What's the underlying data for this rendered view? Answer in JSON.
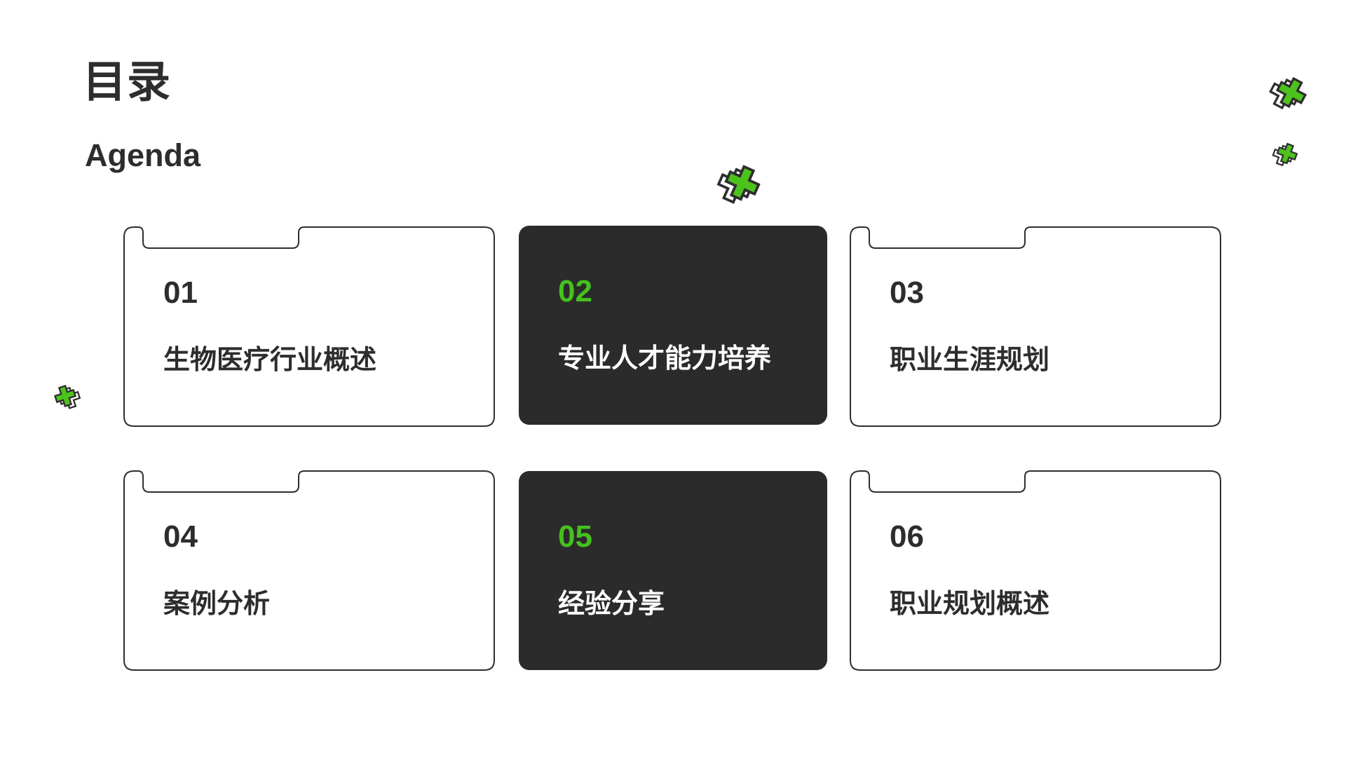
{
  "slide": {
    "title": "目录",
    "subtitle": "Agenda"
  },
  "colors": {
    "accent_green": "#45C11D",
    "cross_green": "#4CC31D",
    "card_dark_bg": "#2B2B2B",
    "card_border": "#2E2E2E",
    "text_dark": "#2D2D2D",
    "text_on_dark": "#FFFFFF",
    "background": "#FFFFFF"
  },
  "agenda_cards": [
    {
      "number": "01",
      "label": "生物医疗行业概述",
      "variant": "light"
    },
    {
      "number": "02",
      "label": "专业人才能力培养",
      "variant": "dark"
    },
    {
      "number": "03",
      "label": "职业生涯规划",
      "variant": "light"
    },
    {
      "number": "04",
      "label": "案例分析",
      "variant": "light"
    },
    {
      "number": "05",
      "label": "经验分享",
      "variant": "dark"
    },
    {
      "number": "06",
      "label": "职业规划概述",
      "variant": "light"
    }
  ],
  "icons": {
    "decorative_cross": "plus-cross"
  }
}
